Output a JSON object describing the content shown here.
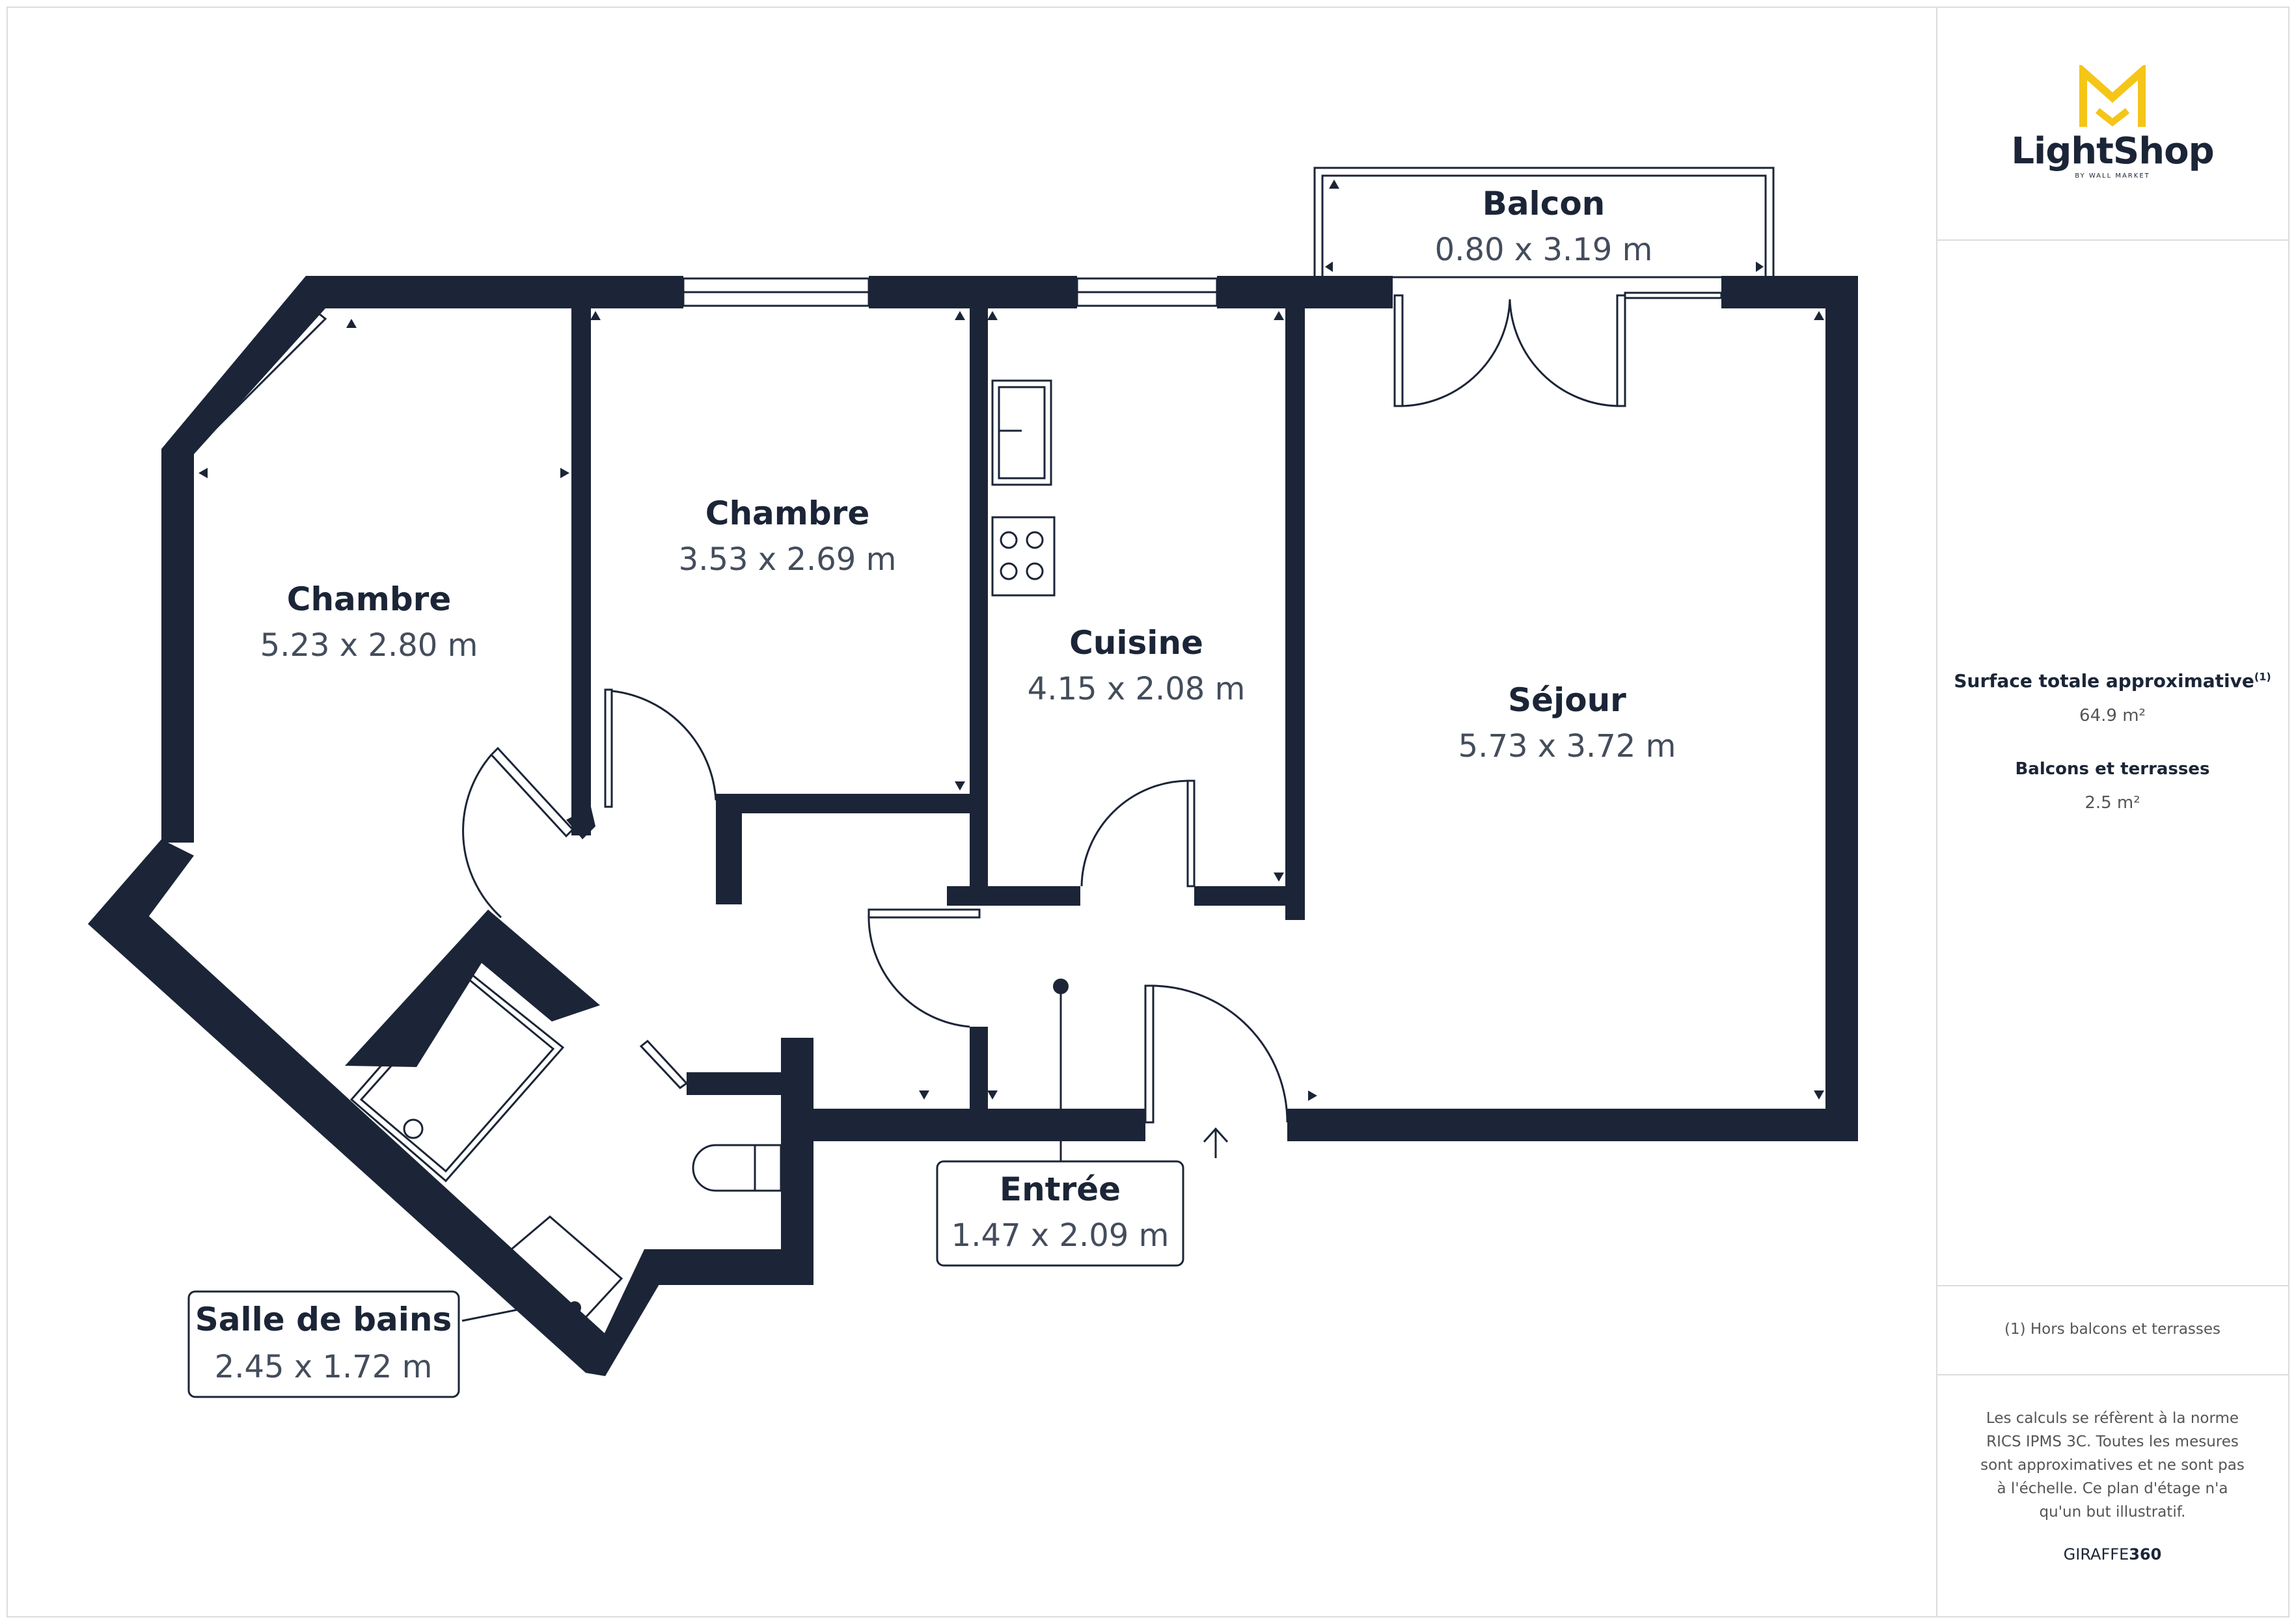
{
  "brand": {
    "name": "LightShop",
    "tagline": "BY WALL MARKET",
    "color": "#f5c518"
  },
  "summary": {
    "total_label": "Surface totale approximative",
    "total_note_marker": "(1)",
    "total_value": "64.9 m²",
    "balcony_label": "Balcons et terrasses",
    "balcony_value": "2.5 m²"
  },
  "footnote": "(1) Hors balcons et terrasses",
  "disclaimer": "Les calculs se réfèrent à la norme RICS IPMS 3C. Toutes les mesures sont approximatives et ne sont pas à l'échelle. Ce plan d'étage n'a qu'un but illustratif.",
  "credit": {
    "prefix": "GIRAFFE",
    "suffix": "360"
  },
  "rooms": {
    "chambre1": {
      "name": "Chambre",
      "dims": "5.23 x 2.80 m"
    },
    "chambre2": {
      "name": "Chambre",
      "dims": "3.53 x 2.69 m"
    },
    "cuisine": {
      "name": "Cuisine",
      "dims": "4.15 x 2.08 m"
    },
    "sejour": {
      "name": "Séjour",
      "dims": "5.73 x 3.72 m"
    },
    "balcon": {
      "name": "Balcon",
      "dims": "0.80 x 3.19 m"
    },
    "entree": {
      "name": "Entrée",
      "dims": "1.47 x 2.09 m"
    },
    "sdb": {
      "name": "Salle de bains",
      "dims": "2.45 x 1.72 m"
    }
  },
  "colors": {
    "wall": "#1b2537",
    "dim_text": "#444d5c"
  }
}
